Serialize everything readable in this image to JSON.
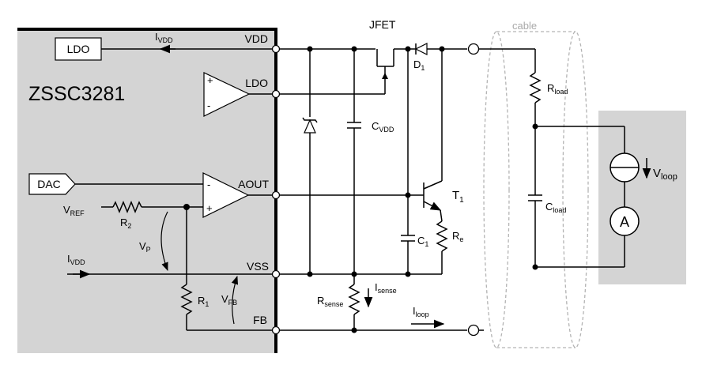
{
  "ic": {
    "name": "ZSSC3281"
  },
  "pins": {
    "vdd": "VDD",
    "ldo": "LDO",
    "aout": "AOUT",
    "vss": "VSS",
    "fb": "FB"
  },
  "blocks": {
    "ldo": "LDO",
    "dac": "DAC",
    "jfet": "JFET",
    "cable": "cable",
    "ammeter": "A"
  },
  "opamp_signs": {
    "plus": "+",
    "minus": "-"
  },
  "labels": {
    "ivdd_top": {
      "main": "I",
      "sub": "VDD"
    },
    "ivdd_left": {
      "main": "I",
      "sub": "VDD"
    },
    "vref": {
      "main": "V",
      "sub": "REF"
    },
    "r2": {
      "main": "R",
      "sub": "2"
    },
    "vp": {
      "main": "V",
      "sub": "P"
    },
    "r1": {
      "main": "R",
      "sub": "1"
    },
    "vfb": {
      "main": "V",
      "sub": "FB"
    },
    "d1": {
      "main": "D",
      "sub": "1"
    },
    "cvdd": {
      "main": "C",
      "sub": "VDD"
    },
    "t1": {
      "main": "T",
      "sub": "1"
    },
    "c1": {
      "main": "C",
      "sub": "1"
    },
    "re": {
      "main": "R",
      "sub": "e"
    },
    "rsense": {
      "main": "R",
      "sub": "sense"
    },
    "isense": {
      "main": "I",
      "sub": "sense"
    },
    "iloop": {
      "main": "I",
      "sub": "loop"
    },
    "rload": {
      "main": "R",
      "sub": "load"
    },
    "cload": {
      "main": "C",
      "sub": "load"
    },
    "vloop": {
      "main": "V",
      "sub": "loop"
    }
  },
  "colors": {
    "ic_fill": "#d4d4d4",
    "meter_fill": "#d4d4d4",
    "cable": "#b4b4b4",
    "cable_text": "#a9a9a9"
  }
}
